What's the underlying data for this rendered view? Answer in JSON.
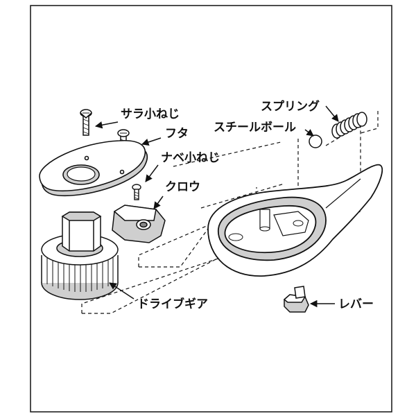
{
  "labels": {
    "countersunk_screw": "サラ小ねじ",
    "cover": "フタ",
    "pan_head_screw": "ナベ小ねじ",
    "pawl": "クロウ",
    "drive_gear": "ドライブギア",
    "spring": "スプリング",
    "steel_ball": "スチールボール",
    "lever": "レバー"
  },
  "colors": {
    "stroke": "#111111",
    "part_fill": "#ffffff",
    "shade": "#cfcfcf"
  }
}
